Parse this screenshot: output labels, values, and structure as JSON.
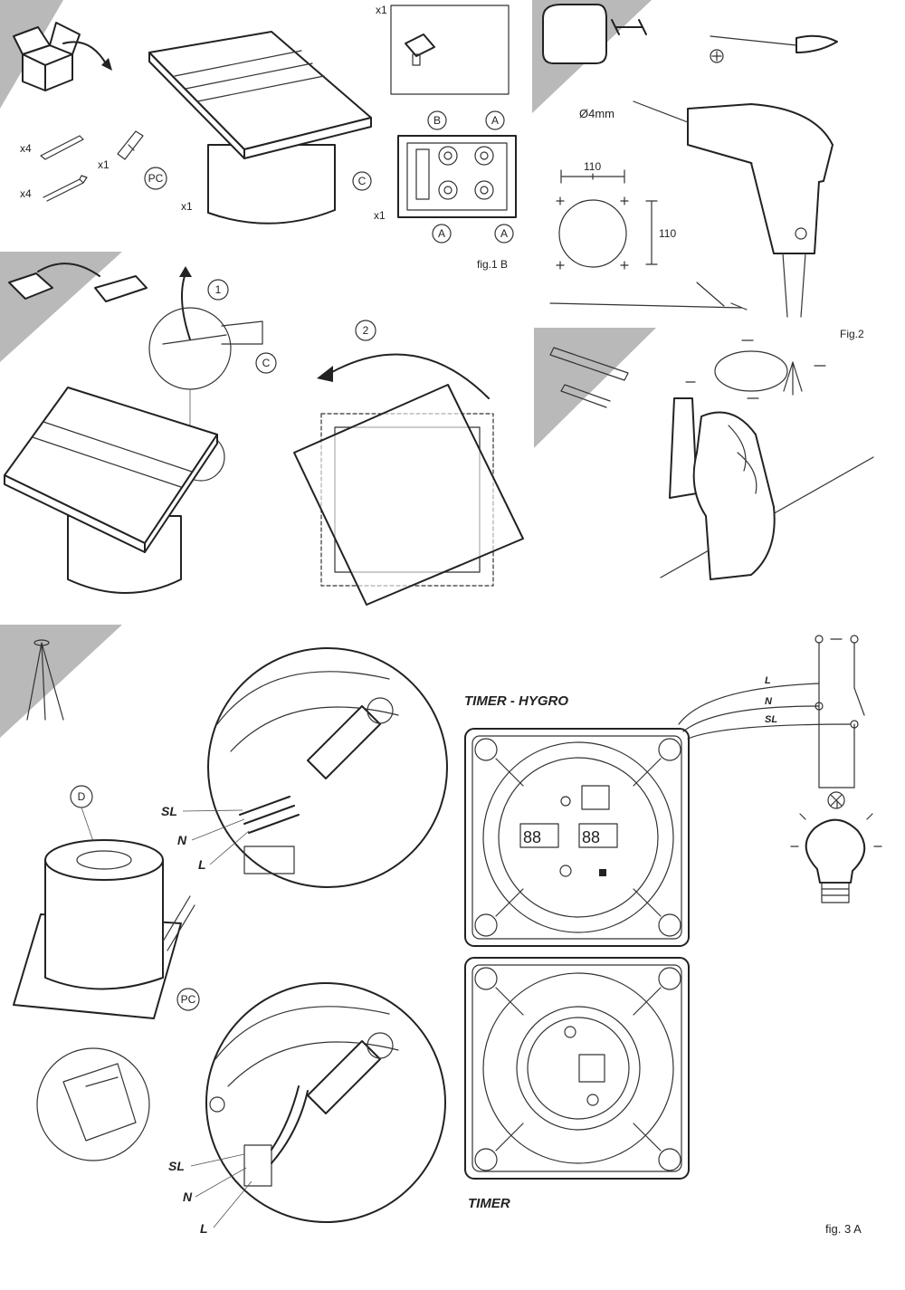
{
  "fig1": {
    "qty_anchor": "x4",
    "qty_screw": "x4",
    "qty_clip": "x1",
    "qty_fan": "x1",
    "qty_knob": "x1",
    "qty_terminal": "x1",
    "pc_label": "PC",
    "label_b": "B",
    "label_a": "A",
    "label_c": "C",
    "caption": "fig.1 B"
  },
  "fig2": {
    "drill_label": "Ø4mm",
    "dim_width": "110",
    "dim_height": "110",
    "caption": "Fig.2"
  },
  "steps": {
    "step1": "1",
    "step2": "2",
    "label_c": "C"
  },
  "fig3": {
    "label_d": "D",
    "pc_label": "PC",
    "wire_sl": "SL",
    "wire_n": "N",
    "wire_l": "L",
    "model_top": "TIMER - HYGRO",
    "model_bottom": "TIMER",
    "display_left": "88",
    "display_right": "88",
    "mains_l": "L",
    "mains_n": "N",
    "mains_sl": "SL",
    "caption": "fig. 3 A"
  }
}
